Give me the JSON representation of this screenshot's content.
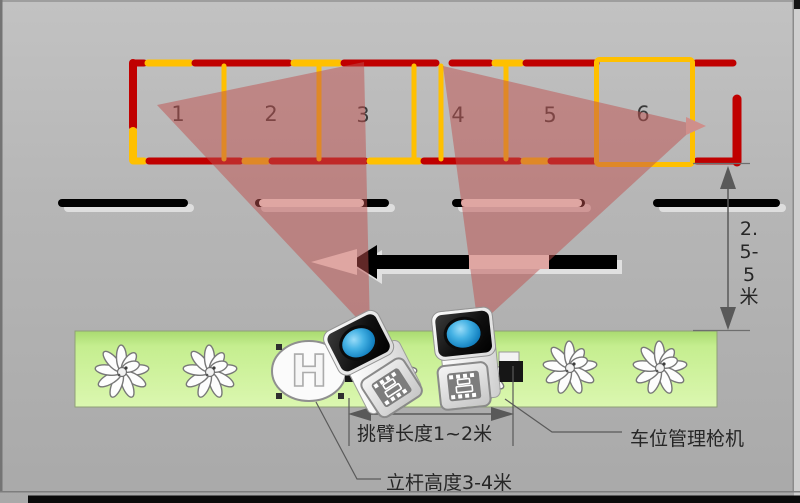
{
  "diagram": {
    "title_hint": "parking camera installation diagram",
    "parking": {
      "slots": [
        {
          "label": "1"
        },
        {
          "label": "2"
        },
        {
          "label": "3"
        },
        {
          "label": "4"
        },
        {
          "label": "5"
        },
        {
          "label": "6"
        }
      ],
      "highlighted_slot": "6"
    },
    "pole_marker": "H",
    "annotations": {
      "camera_to_slots_distance": "2.5-5米",
      "arm_length": "挑臂长度1~2米",
      "camera_device": "车位管理枪机",
      "pole_height": "立杆高度3-4米"
    },
    "colors": {
      "background_gray": "#b5b5b5",
      "slot_line_red": "#c00000",
      "slot_line_yellow": "#ffc000",
      "fov_red": "#c0504d",
      "fov_tint_pink": "#dfa6a2",
      "greenbelt_green": "#c9ef92",
      "lens_blue": "#2e9fd8",
      "road_marking_black": "#000000",
      "measure_gray": "#595959"
    },
    "icons": {
      "camera": "bullet-camera-icon",
      "lens": "camera-lens-icon",
      "film_badge": "video-film-badge-icon",
      "flower": "flower-icon",
      "pole_base": "pole-base-h-marker",
      "fov_cone": "camera-fov-cone",
      "direction_arrow": "traffic-direction-arrow"
    }
  }
}
